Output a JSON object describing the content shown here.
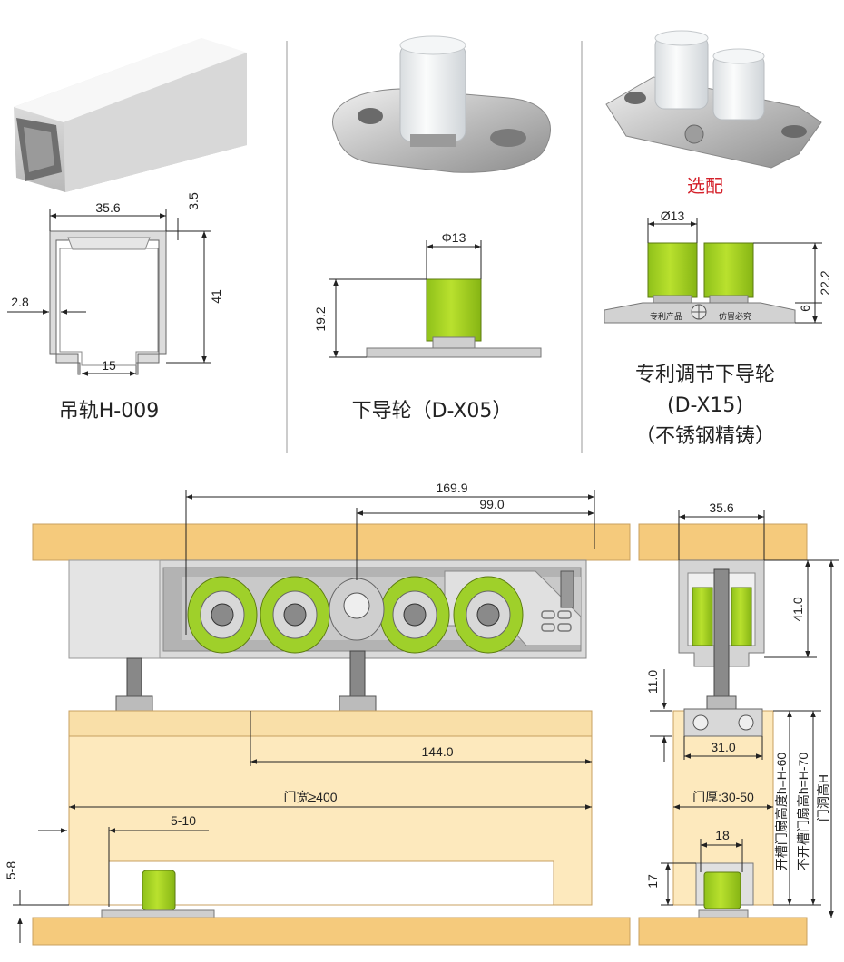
{
  "products": {
    "rail": {
      "caption": "吊轨H-009",
      "dims": {
        "width": "35.6",
        "lip": "3.5",
        "height": "41",
        "wall": "2.8",
        "slot": "15"
      }
    },
    "lower_guide": {
      "caption": "下导轮（D-X05）",
      "dims": {
        "diameter": "Φ13",
        "height": "19.2"
      }
    },
    "adjustable_guide": {
      "optional_tag": "选配",
      "caption_lines": [
        "专利调节下导轮",
        "(D-X15)",
        "（不锈钢精铸）"
      ],
      "dims": {
        "diameter": "Ø13",
        "height": "22.2",
        "base": "6"
      },
      "plate_text_left": "专利产品",
      "plate_text_right": "仿冒必究"
    }
  },
  "assembly": {
    "front": {
      "dim_169": "169.9",
      "dim_99": "99.0",
      "dim_144": "144.0",
      "door_width": "门宽≥400",
      "offset": "5-10",
      "bottom_gap": "5-8"
    },
    "side": {
      "rail_width": "35.6",
      "rail_height": "41.0",
      "bolt": "11.0",
      "bracket": "31.0",
      "door_thickness": "门厚:30-50",
      "guide_width": "18",
      "guide_height": "17",
      "label_grooved": "开槽门扇高度h=H-60",
      "label_ungrooved": "不开槽门扇高h=H-70",
      "opening_height": "门洞高H"
    }
  },
  "colors": {
    "wood": "#f5ca7c",
    "wood_edge": "#c8a060",
    "door": "#fde9bd",
    "accent_green": "#a7d21e",
    "metal": "#c8c8c8",
    "highlight_red": "#d4202a"
  }
}
